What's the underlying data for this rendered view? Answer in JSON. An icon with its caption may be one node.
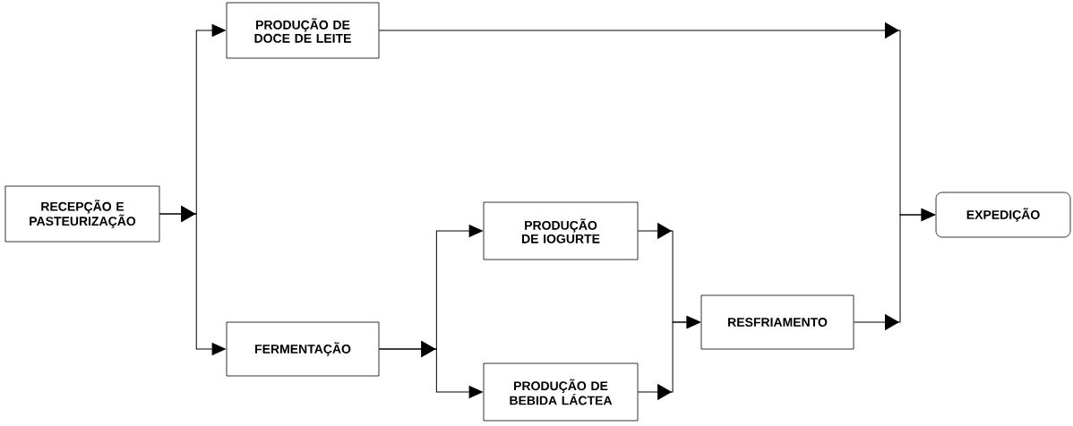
{
  "diagram": {
    "nodes": [
      {
        "text": [
          "RECEPÇÃO E PASTEURIZAÇÃO"
        ]
      },
      {
        "text": [
          "PRODUÇÃO DE DOCE DE LEITE"
        ]
      },
      {
        "text": [
          "FERMENTAÇÃO"
        ]
      },
      {
        "text": [
          "PRODUÇÃO DE IOGURTE"
        ]
      },
      {
        "text": [
          "PRODUÇÃO DE BEBIDA LÁCTEA"
        ]
      },
      {
        "text": [
          "RESFRIAMENTO"
        ]
      },
      {
        "text": [
          "EXPEDIÇÃO"
        ]
      }
    ],
    "edges": [
      {
        "from": 0,
        "to": 1,
        "arrow": "to"
      },
      {
        "from": 0,
        "to": 2,
        "arrow": "to"
      },
      {
        "from": 1,
        "to": 6,
        "arrow": "to"
      },
      {
        "from": 5,
        "to": 6,
        "arrow": "to"
      },
      {
        "from": 2,
        "to": 3,
        "arrow": "to"
      },
      {
        "from": 2,
        "to": 4,
        "arrow": "to"
      },
      {
        "from": 3,
        "to": 5,
        "arrow": "to"
      },
      {
        "from": 4,
        "to": 5,
        "arrow": "to"
      }
    ]
  }
}
